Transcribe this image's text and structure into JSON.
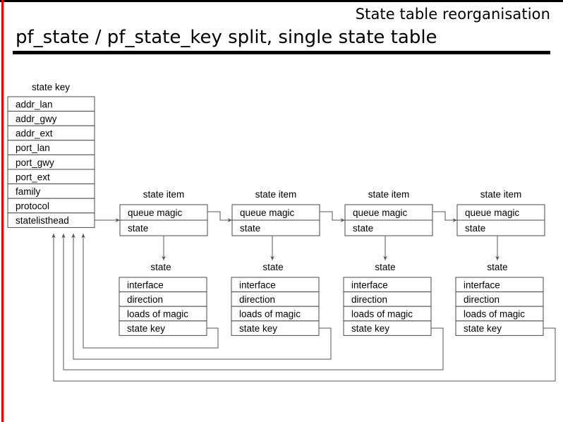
{
  "slide": {
    "eyebrow": "State table reorganisation",
    "title": "pf_state / pf_state_key split, single state table",
    "accent_color": "#ee0000",
    "rule_color": "#000000",
    "box_border_color": "#4a4a4a",
    "line_color": "#555555"
  },
  "diagram": {
    "state_key": {
      "caption": "state key",
      "fields": [
        "addr_lan",
        "addr_gwy",
        "addr_ext",
        "port_lan",
        "port_gwy",
        "port_ext",
        "family",
        "protocol",
        "statelisthead"
      ]
    },
    "state_item": {
      "caption": "state item",
      "fields": [
        "queue magic",
        "state"
      ],
      "count": 4
    },
    "state": {
      "caption": "state",
      "fields": [
        "interface",
        "direction",
        "loads of magic",
        "state key"
      ],
      "count": 4
    },
    "captions": {
      "state_item_1": "state item",
      "state_item_2": "state item",
      "state_item_3": "state item",
      "state_item_4": "state item",
      "state_1": "state",
      "state_2": "state",
      "state_3": "state",
      "state_4": "state"
    },
    "edges": {
      "statelisthead_to_item1": "statelisthead -> state item 1",
      "item1_to_item2": "state item 1 -> state item 2",
      "item2_to_item3": "state item 2 -> state item 3",
      "item3_to_item4": "state item 3 -> state item 4",
      "item_to_state": "state item -> state",
      "state_key_back": "state.state key -> state key table"
    }
  }
}
